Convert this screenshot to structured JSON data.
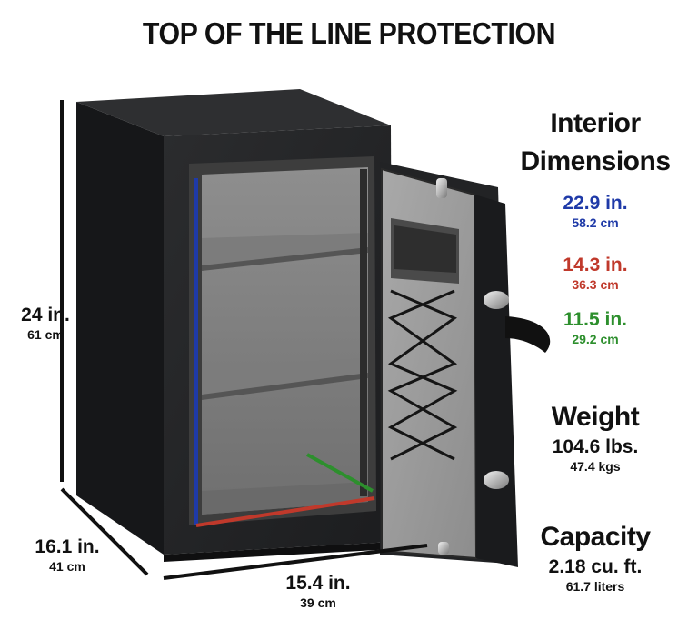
{
  "title": "TOP OF THE LINE PROTECTION",
  "dimensions": {
    "height": {
      "imperial": "24 in.",
      "metric": "61 cm"
    },
    "depth": {
      "imperial": "16.1 in.",
      "metric": "41 cm"
    },
    "width": {
      "imperial": "15.4 in.",
      "metric": "39 cm"
    }
  },
  "interior": {
    "heading_line1": "Interior",
    "heading_line2": "Dimensions",
    "height": {
      "imperial": "22.9 in.",
      "metric": "58.2 cm",
      "color": "#1f3aa8"
    },
    "width": {
      "imperial": "14.3 in.",
      "metric": "36.3 cm",
      "color": "#c0392b"
    },
    "depth": {
      "imperial": "11.5 in.",
      "metric": "29.2 cm",
      "color": "#2d8f2d"
    }
  },
  "weight": {
    "heading": "Weight",
    "imperial": "104.6 lbs.",
    "metric": "47.4 kgs"
  },
  "capacity": {
    "heading": "Capacity",
    "imperial": "2.18 cu. ft.",
    "metric": "61.7 liters"
  },
  "colors": {
    "safe_body": "#1e1f21",
    "carpet": "#8a8a8a",
    "interior_blue": "#1f3aa8",
    "interior_red": "#c0392b",
    "interior_green": "#2d8f2d"
  }
}
